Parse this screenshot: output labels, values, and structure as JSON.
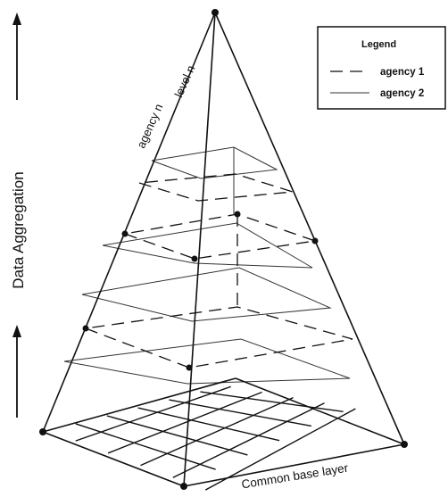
{
  "axis": {
    "label": "Data Aggregation"
  },
  "apex_label": {
    "left": "agency n",
    "right": "level n"
  },
  "base_label": "Common base layer",
  "legend": {
    "title": "Legend",
    "items": [
      {
        "label": "agency 1",
        "style": "dashed"
      },
      {
        "label": "agency 2",
        "style": "solid"
      }
    ]
  }
}
